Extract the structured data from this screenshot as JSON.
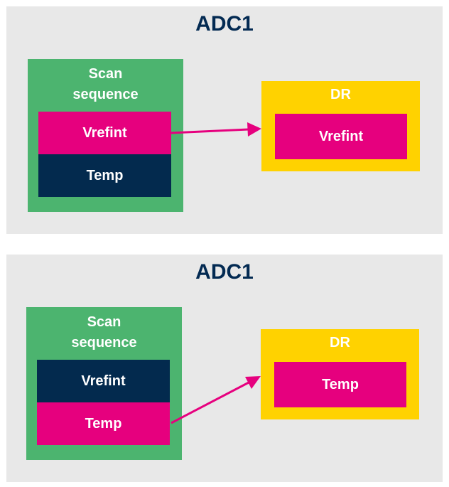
{
  "diagrams": [
    {
      "title": "ADC1",
      "scan_label_line1": "Scan",
      "scan_label_line2": "sequence",
      "slot1": "Vrefint",
      "slot2": "Temp",
      "dr_label": "DR",
      "dr_value": "Vrefint",
      "active_slot": 1
    },
    {
      "title": "ADC1",
      "scan_label_line1": "Scan",
      "scan_label_line2": "sequence",
      "slot1": "Vrefint",
      "slot2": "Temp",
      "dr_label": "DR",
      "dr_value": "Temp",
      "active_slot": 2
    }
  ],
  "colors": {
    "panel_bg": "#e8e8e8",
    "title": "#032a52",
    "scan_sequence": "#4cb46f",
    "active_slot": "#e6007e",
    "inactive_slot": "#032a4e",
    "data_register": "#ffd200",
    "arrow": "#e6007e"
  }
}
